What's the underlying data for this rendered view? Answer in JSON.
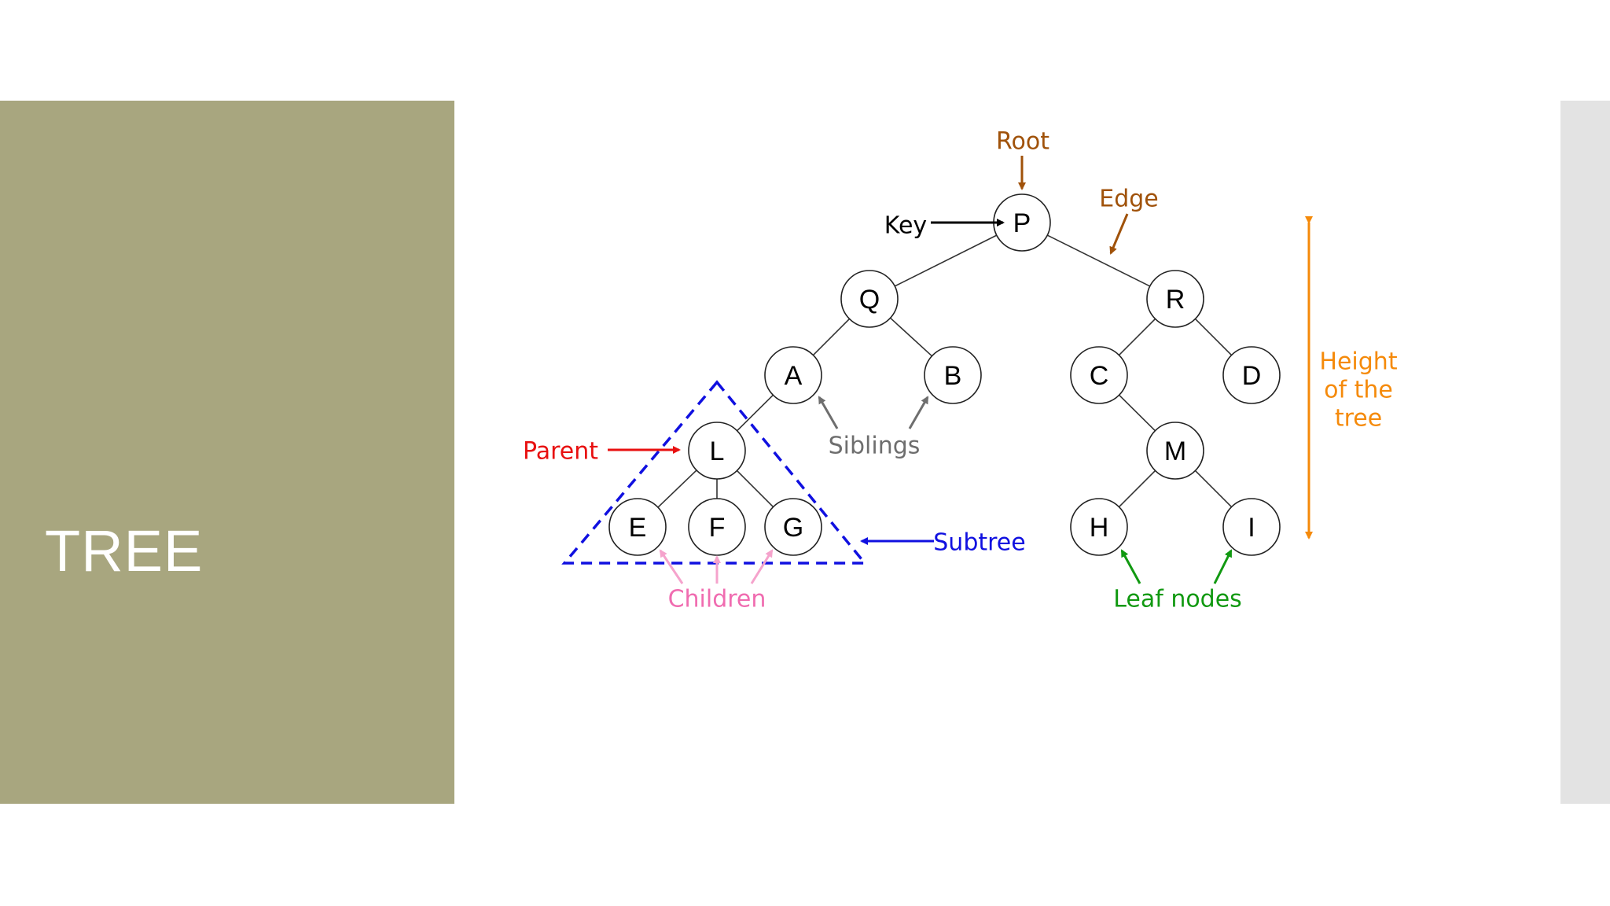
{
  "slide": {
    "title": "TREE"
  },
  "colors": {
    "left_panel": "#a8a67f",
    "right_strip": "#e3e3e3",
    "root": "#a0520a",
    "edge": "#a0520a",
    "key": "#000000",
    "parent": "#e81010",
    "siblings": "#6e6e6e",
    "subtree": "#1010e0",
    "children": "#f06cb0",
    "leaf_nodes": "#119911",
    "height": "#f58a0a"
  },
  "tree": {
    "nodes": {
      "P": "P",
      "Q": "Q",
      "R": "R",
      "A": "A",
      "B": "B",
      "C": "C",
      "D": "D",
      "L": "L",
      "M": "M",
      "E": "E",
      "F": "F",
      "G": "G",
      "H": "H",
      "I": "I"
    },
    "edges": [
      [
        "P",
        "Q"
      ],
      [
        "P",
        "R"
      ],
      [
        "Q",
        "A"
      ],
      [
        "Q",
        "B"
      ],
      [
        "R",
        "C"
      ],
      [
        "R",
        "D"
      ],
      [
        "A",
        "L"
      ],
      [
        "C",
        "M"
      ],
      [
        "L",
        "E"
      ],
      [
        "L",
        "F"
      ],
      [
        "L",
        "G"
      ],
      [
        "M",
        "H"
      ],
      [
        "M",
        "I"
      ]
    ]
  },
  "annotations": {
    "root": "Root",
    "key": "Key",
    "edge": "Edge",
    "parent": "Parent",
    "siblings": "Siblings",
    "subtree": "Subtree",
    "children": "Children",
    "leaf_nodes": "Leaf nodes",
    "height_line1": "Height",
    "height_line2": "of the",
    "height_line3": "tree"
  }
}
